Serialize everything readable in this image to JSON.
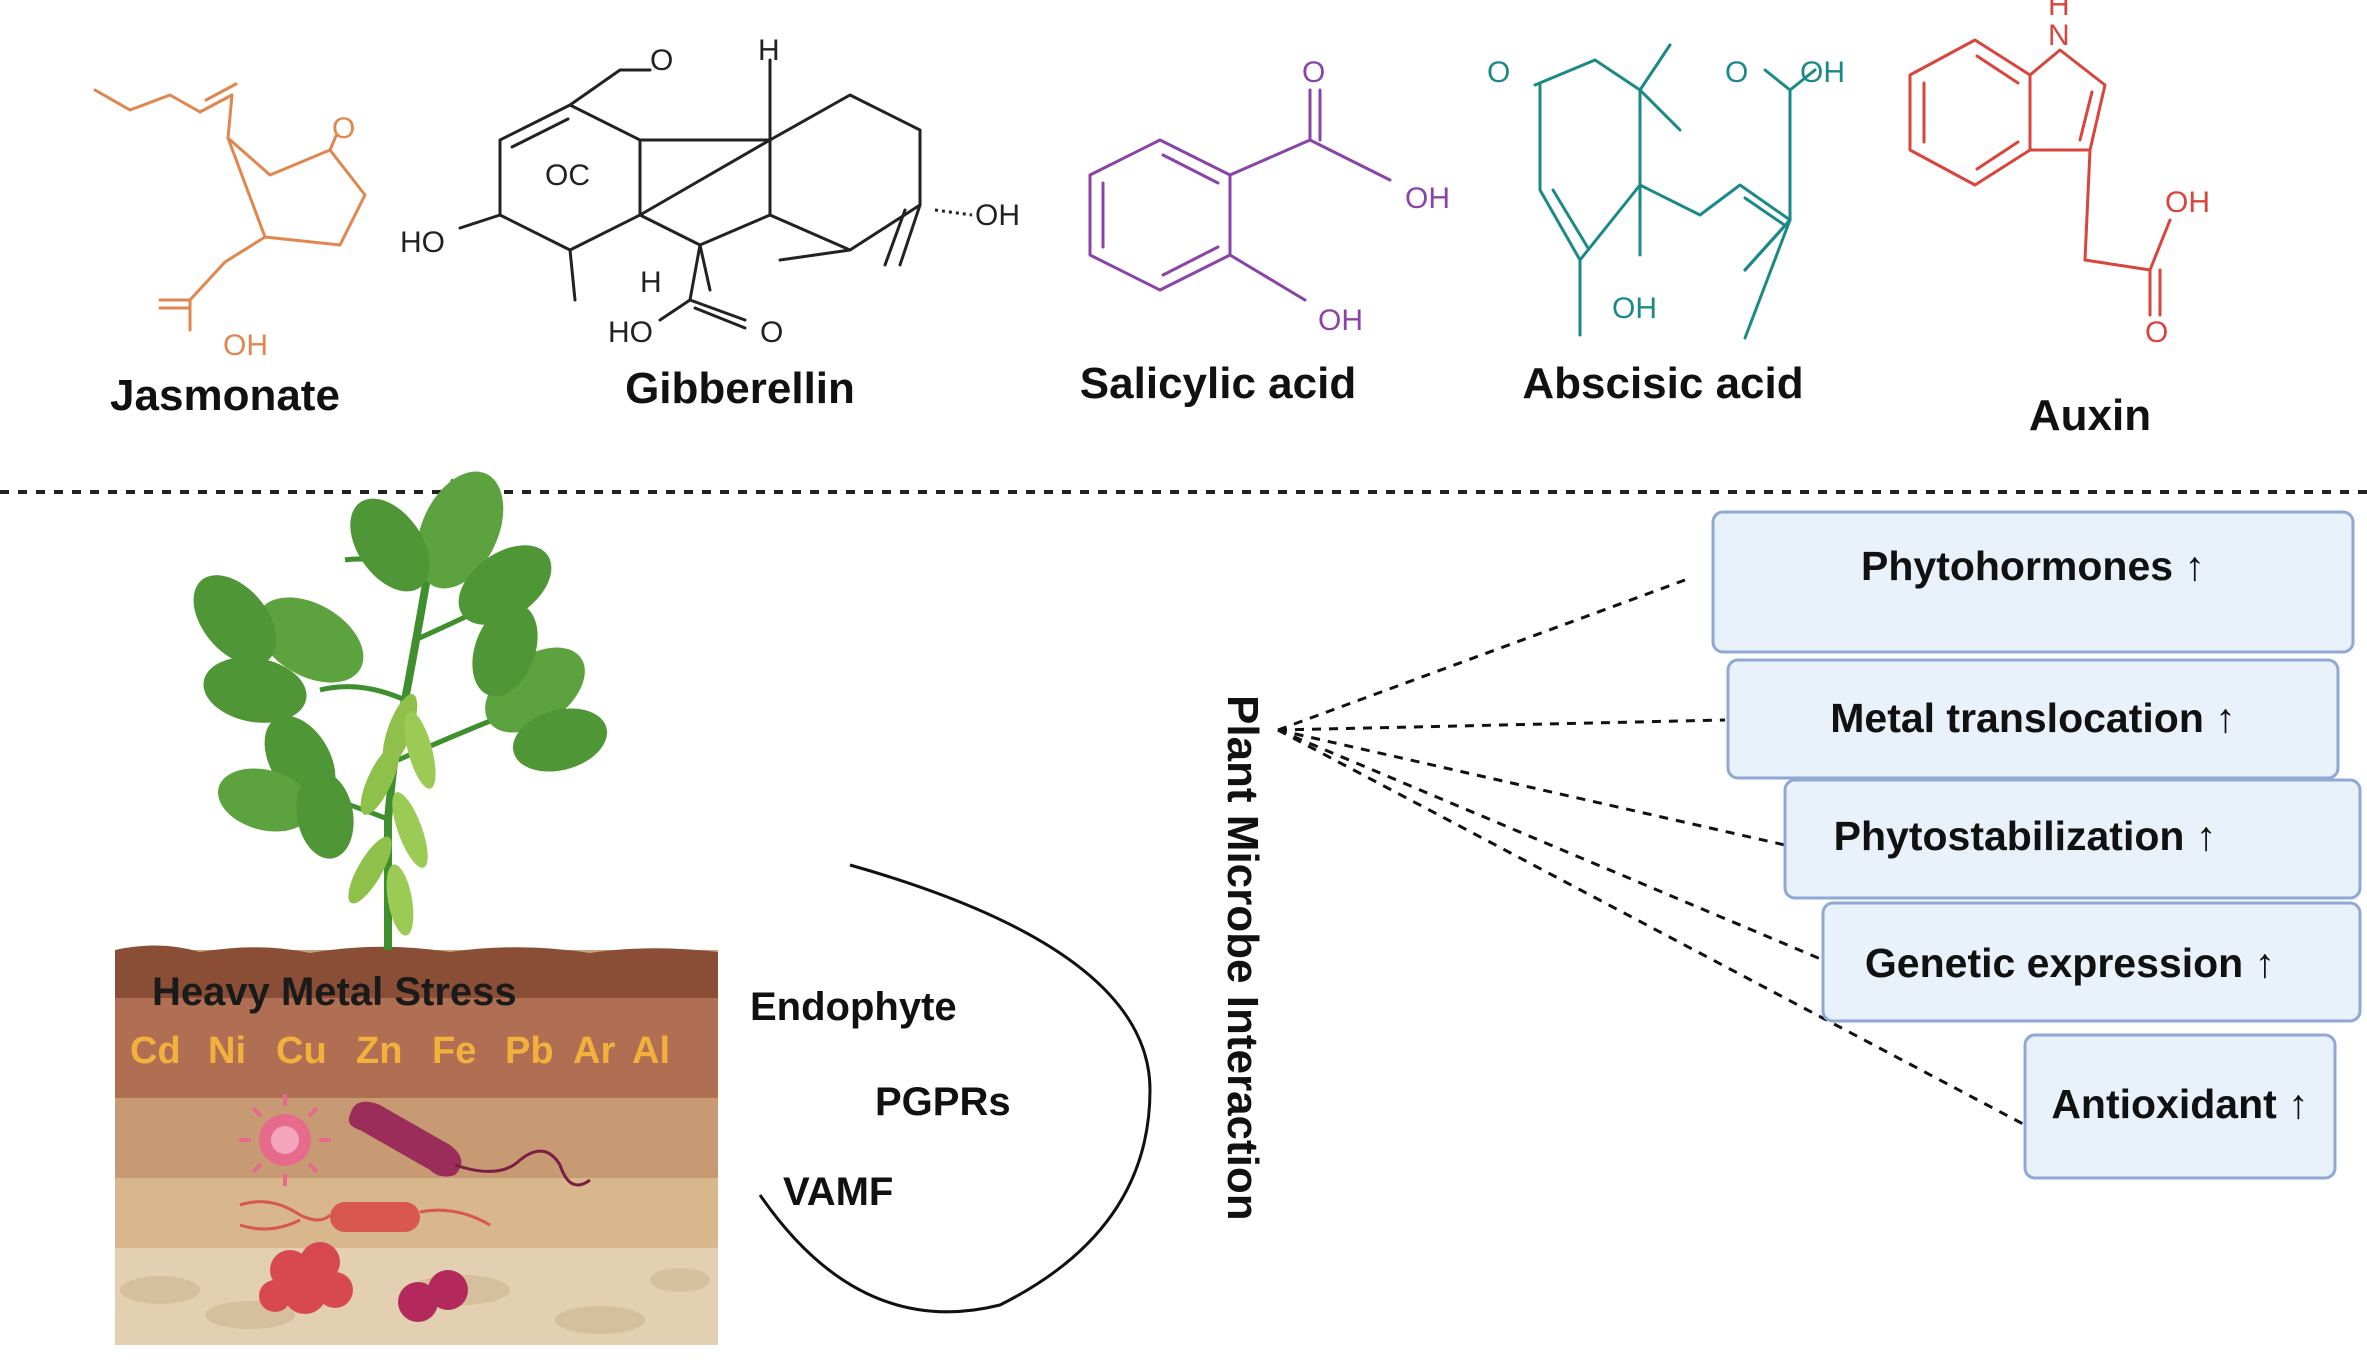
{
  "hormones": [
    {
      "name": "Jasmonate",
      "color": "#e0864e",
      "atoms": {
        "o": "O",
        "oh": "OH"
      }
    },
    {
      "name": "Gibberellin",
      "color": "#222222",
      "atoms": {
        "o_top": "O",
        "h_top": "H",
        "oc": "OC",
        "ho_left": "HO",
        "h_mid": "H",
        "oh_right": "OH",
        "ho_bottom": "HO",
        "o_bottom": "O"
      }
    },
    {
      "name": "Salicylic acid",
      "color": "#8a44a8",
      "atoms": {
        "o": "O",
        "oh_top": "OH",
        "oh_bottom": "OH"
      }
    },
    {
      "name": "Abscisic acid",
      "color": "#1b8a86",
      "atoms": {
        "o_left": "O",
        "o_acid": "O",
        "oh_acid": "OH",
        "oh_ring": "OH"
      }
    },
    {
      "name": "Auxin",
      "color": "#d9443c",
      "atoms": {
        "nh": "N",
        "h": "H",
        "oh": "OH",
        "o": "O"
      }
    }
  ],
  "soil": {
    "title": "Heavy Metal Stress",
    "metals": [
      "Cd",
      "Ni",
      "Cu",
      "Zn",
      "Fe",
      "Pb",
      "Ar",
      "Al"
    ]
  },
  "microbes": [
    "Endophyte",
    "PGPRs",
    "VAMF"
  ],
  "center_label": "Plant Microbe Interaction",
  "effects": [
    "Phytohormones ↑",
    "Metal translocation ↑",
    "Phytostabilization ↑",
    "Genetic expression ↑",
    "Antioxidant ↑"
  ],
  "colors": {
    "box_fill": "#e9f1fb",
    "box_stroke": "#8fa8d4",
    "metal_text": "#f2b13d",
    "leaf": "#3f8f2e"
  }
}
